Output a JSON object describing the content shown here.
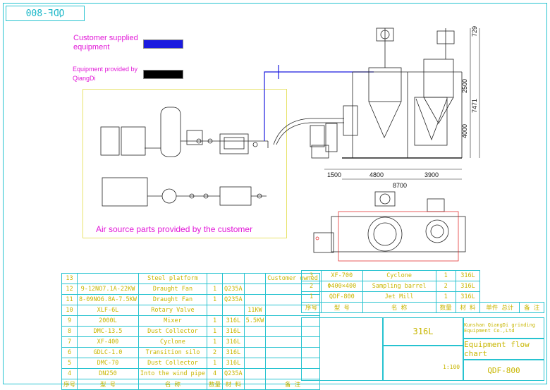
{
  "drawing_no_mirrored": "QDF-800",
  "legend": {
    "customer_label": "Customer supplied\nequipment",
    "qiangdi_label": "Equipment provided by\nQiangDi",
    "customer_color": "#1a1adf",
    "qiangdi_color": "#000000"
  },
  "air_source_caption": "Air source parts provided by the customer",
  "dimensions": {
    "d1500": "1500",
    "d4800": "4800",
    "d3900": "3900",
    "d8700": "8700",
    "d729": "729",
    "d2500": "2500",
    "d4000": "4000",
    "d7471": "7471"
  },
  "parts_left": [
    {
      "no": "13",
      "model": "",
      "name": "Steel platform",
      "qty": "",
      "material": "",
      "power": "",
      "note": "Customer owned"
    },
    {
      "no": "12",
      "model": "9-12NO7.1A-22KW",
      "name": "Draught Fan",
      "qty": "1",
      "material": "Q235A",
      "power": "",
      "note": ""
    },
    {
      "no": "11",
      "model": "8-09NO6.8A-7.5KW",
      "name": "Draught Fan",
      "qty": "1",
      "material": "Q235A",
      "power": "",
      "note": ""
    },
    {
      "no": "10",
      "model": "XLF-6L",
      "name": "Rotary Valve",
      "qty": "",
      "material": "",
      "power": "11KW",
      "note": ""
    },
    {
      "no": "9",
      "model": "2000L",
      "name": "Mixer",
      "qty": "1",
      "material": "316L",
      "power": "5.5KW",
      "note": ""
    },
    {
      "no": "8",
      "model": "DMC-13.5",
      "name": "Dust Collector",
      "qty": "1",
      "material": "316L",
      "power": "",
      "note": ""
    },
    {
      "no": "7",
      "model": "XF-400",
      "name": "Cyclone",
      "qty": "1",
      "material": "316L",
      "power": "",
      "note": ""
    },
    {
      "no": "6",
      "model": "GDLC-1.0",
      "name": "Transition silo",
      "qty": "2",
      "material": "316L",
      "power": "",
      "note": ""
    },
    {
      "no": "5",
      "model": "DMC-70",
      "name": "Dust Collector",
      "qty": "1",
      "material": "316L",
      "power": "",
      "note": ""
    },
    {
      "no": "4",
      "model": "DN250",
      "name": "Into the wind pipe",
      "qty": "4",
      "material": "Q235A",
      "power": "",
      "note": ""
    }
  ],
  "parts_right": [
    {
      "no": "3",
      "model": "XF-700",
      "name": "Cyclone",
      "qty": "1",
      "material": "316L"
    },
    {
      "no": "2",
      "model": "Φ400×400",
      "name": "Sampling barrel",
      "qty": "2",
      "material": "316L"
    },
    {
      "no": "1",
      "model": "QDF-800",
      "name": "Jet Mill",
      "qty": "1",
      "material": "316L"
    }
  ],
  "header_labels": {
    "no": "序号",
    "model": "型  号",
    "name": "名  称",
    "qty": "数量",
    "material": "材  料",
    "weight": "单件 总计",
    "note": "备  注"
  },
  "title_block": {
    "material": "316L",
    "company": "Kunshan QiangDi grinding Equipment Co.,Ltd",
    "drawing_title": "Equipment flow chart",
    "drawing_no": "QDF-800",
    "scale": "1:100"
  }
}
